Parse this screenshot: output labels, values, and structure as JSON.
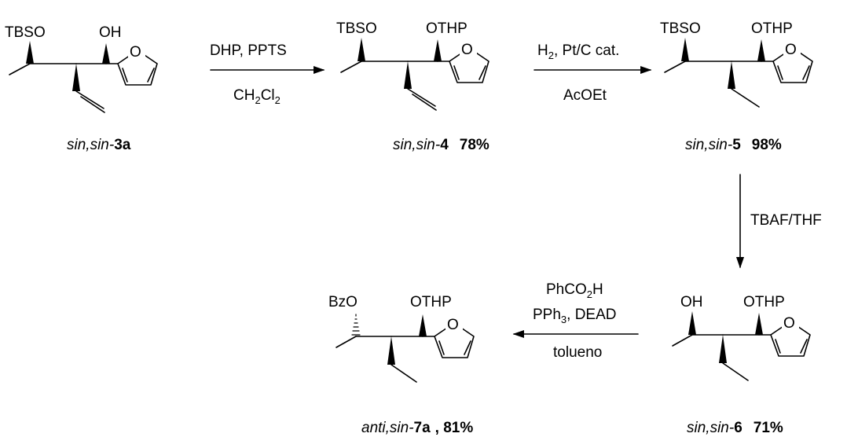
{
  "compounds": [
    {
      "id": "3a",
      "labels": {
        "top_left": "TBSO",
        "top_right": "OH",
        "ring_o": "O"
      },
      "caption": {
        "prefix": "sin,sin-",
        "number": "3a",
        "yield": ""
      }
    },
    {
      "id": "4",
      "labels": {
        "top_left": "TBSO",
        "top_right": "OTHP",
        "ring_o": "O"
      },
      "caption": {
        "prefix": "sin,sin-",
        "number": "4",
        "yield": "78%"
      }
    },
    {
      "id": "5",
      "labels": {
        "top_left": "TBSO",
        "top_right": "OTHP",
        "ring_o": "O"
      },
      "caption": {
        "prefix": "sin,sin-",
        "number": "5",
        "yield": "98%"
      }
    },
    {
      "id": "6",
      "labels": {
        "top_left": "OH",
        "top_right": "OTHP",
        "ring_o": "O"
      },
      "caption": {
        "prefix": "sin,sin-",
        "number": "6",
        "yield": "71%"
      }
    },
    {
      "id": "7a",
      "labels": {
        "top_left": "BzO",
        "top_right": "OTHP",
        "ring_o": "O"
      },
      "caption": {
        "prefix": "anti,sin-",
        "number": "7a",
        "yield": ", 81%"
      }
    }
  ],
  "arrows": [
    {
      "above": "DHP, PPTS",
      "below_main": "CH",
      "below_sub1": "2",
      "below_mid": "Cl",
      "below_sub2": "2"
    },
    {
      "above_main": "H",
      "above_sub": "2",
      "above_rest": ", Pt/C cat.",
      "below": "AcOEt"
    },
    {
      "side": "TBAF/THF"
    },
    {
      "top_main": "PhCO",
      "top_sub": "2",
      "top_rest": "H",
      "mid_main": "PPh",
      "mid_sub": "3",
      "mid_rest": ", DEAD",
      "bottom": "tolueno"
    }
  ]
}
